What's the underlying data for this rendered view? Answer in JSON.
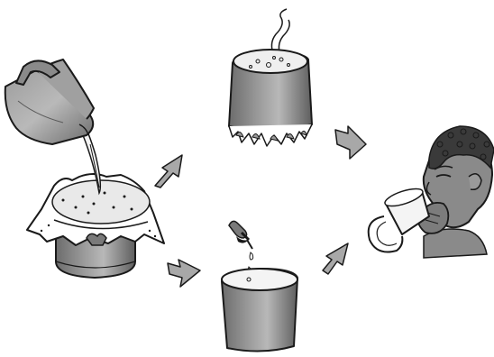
{
  "illustration": {
    "steps": [
      {
        "id": "filter",
        "icon": "pitcher-pouring-through-cloth-icon"
      },
      {
        "id": "boil",
        "icon": "pot-over-fire-icon"
      },
      {
        "id": "disinfect",
        "icon": "dropper-adding-drops-icon"
      },
      {
        "id": "drink",
        "icon": "person-drinking-icon"
      }
    ],
    "arrows": [
      "arrow-filter-to-boil",
      "arrow-filter-to-disinfect",
      "arrow-boil-to-drink",
      "arrow-disinfect-to-drink"
    ],
    "colors": {
      "line": "#1a1a1a",
      "pot_dark": "#6f6f6f",
      "pot_mid": "#8e8e8e",
      "pot_light": "#b5b5b5",
      "water": "#e6e6e6",
      "skin": "#8a8a8a",
      "hair": "#3a3a3a",
      "arrow_fill": "#a8a8a8",
      "background": "#ffffff"
    }
  }
}
